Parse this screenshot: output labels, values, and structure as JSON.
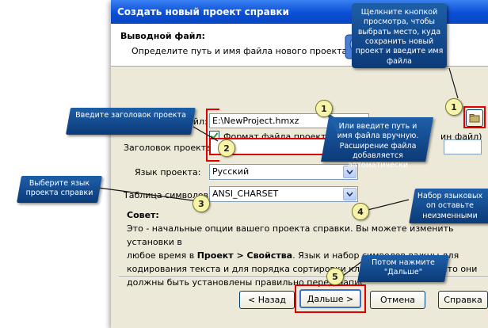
{
  "window": {
    "title": "Создать новый проект справки",
    "header_title": "Выводной файл:",
    "header_subtitle": "Определите путь и имя файла нового проекта Help"
  },
  "form": {
    "output_label": "Выходной файл:",
    "output_value": "E:\\NewProject.hmxz",
    "format_checkbox_label": "Формат файла проекта - XM",
    "format_checkbox_tail": "ин файл)",
    "format_checked": true,
    "title_label": "Заголовок проекта:",
    "title_value": "",
    "language_label": "Язык проекта:",
    "language_value": "Русский",
    "charset_label": "Таблица символов:",
    "charset_value": "ANSI_CHARSET"
  },
  "tip": {
    "heading": "Совет:",
    "line1": "Это - начальные опции вашего проекта справки. Вы можете изменить установки в",
    "line2_pre": "любое время в ",
    "line2_bold": "Проект > Свойства",
    "line2_post": ". Язык и набор символов важны для",
    "line3": "кодирования текста и для порядка сортировки ключевых слов, так что они",
    "line4": "должны быть установлены правильно перед напис"
  },
  "buttons": {
    "back": "< Назад",
    "next": "Дальше >",
    "cancel": "Отмена",
    "help": "Справка"
  },
  "callouts": {
    "browse": "Щелкните кнопкой просмотра, чтобы выбрать место, куда сохранить новый проект и введите имя файла",
    "manual": "Или введите путь и имя файла вручную. Расширение файла добавляется автоматически",
    "title": "Введите заголовок проекта",
    "language": "Выберите язык проекта справки",
    "charset": "Набор языковых оп оставьте неизменными",
    "next": "Потом нажмите \"Дальше\""
  },
  "markers": [
    "1",
    "1",
    "2",
    "3",
    "4",
    "5"
  ],
  "colors": {
    "titlebar": "#0a4fd6",
    "callout": "#1e5fa8",
    "highlight": "#e00000",
    "marker": "#f7f3a8"
  }
}
